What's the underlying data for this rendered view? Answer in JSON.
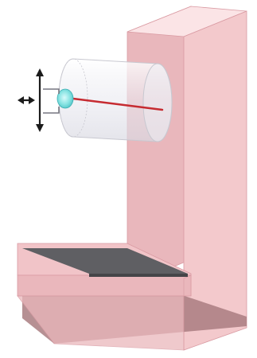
{
  "diagram": {
    "components": [
      "l-shaped-wall",
      "translucent-cylinder",
      "laser-beam",
      "lens",
      "move-handle-arrows",
      "dark-plate",
      "base-box"
    ],
    "colors": {
      "wall_front": "#f3c9cc",
      "wall_side": "#e9b7bc",
      "wall_top": "#fbe4e6",
      "wall_edge": "#d99aa2",
      "base_top": "#f1c4c8",
      "base_front": "#eab7bc",
      "floor_shadow": "#a97d80",
      "plate_top": "#5f5f63",
      "plate_front": "#454548",
      "cylinder_fill": "#ececf2",
      "cylinder_stroke": "#c8c8d0",
      "laser": "#c62b31",
      "lens": "#7fe0df",
      "handle": "#1b1b1b"
    }
  }
}
